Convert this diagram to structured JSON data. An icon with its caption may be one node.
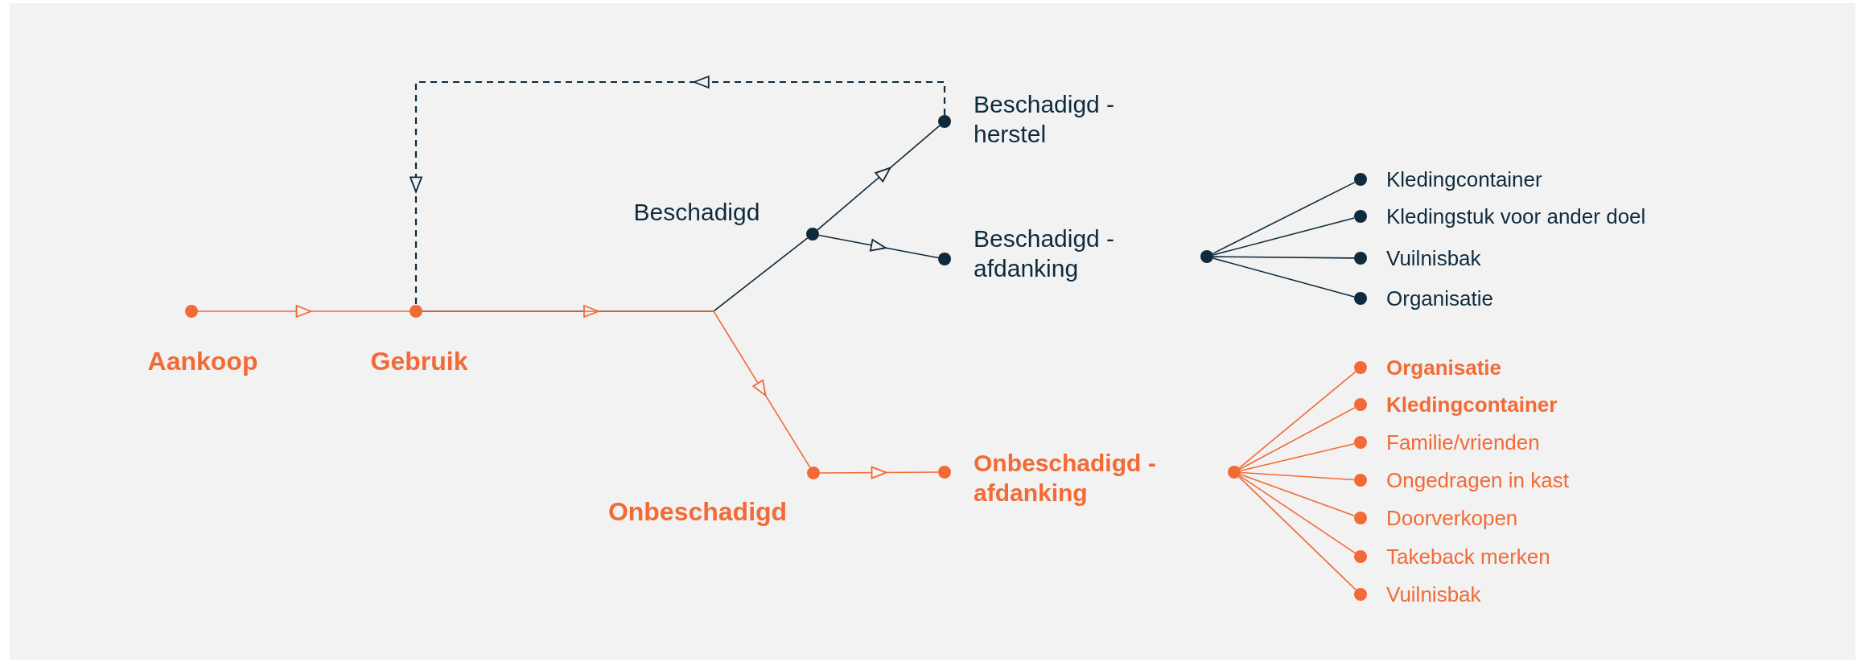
{
  "diagram": {
    "nodes": [
      {
        "text": [],
        "shape": "circle",
        "beside": [
          "Aankoop"
        ]
      },
      {
        "text": [],
        "shape": "circle",
        "beside": [
          "Gebruik"
        ]
      },
      {
        "text": [],
        "shape": "circle",
        "beside": [
          "Beschadigd"
        ]
      },
      {
        "text": [],
        "shape": "circle",
        "beside": [
          "Onbeschadigd"
        ]
      },
      {
        "text": [],
        "shape": "circle",
        "beside": [
          "Beschadigd - herstel"
        ]
      },
      {
        "text": [],
        "shape": "circle",
        "beside": [
          "Beschadigd - afdanking"
        ]
      },
      {
        "text": [],
        "shape": "circle",
        "beside": [
          "Onbeschadigd - afdanking"
        ]
      },
      {
        "text": [],
        "shape": "circle"
      },
      {
        "text": [],
        "shape": "circle",
        "beside": [
          "Kledingcontainer"
        ]
      },
      {
        "text": [],
        "shape": "circle",
        "beside": [
          "Kledingstuk voor ander doel"
        ]
      },
      {
        "text": [],
        "shape": "circle",
        "beside": [
          "Vuilnisbak"
        ]
      },
      {
        "text": [],
        "shape": "circle",
        "beside": [
          "Organisatie"
        ]
      },
      {
        "text": [],
        "shape": "circle"
      },
      {
        "text": [],
        "shape": "circle",
        "beside": [
          "Organisatie"
        ]
      },
      {
        "text": [],
        "shape": "circle",
        "beside": [
          "Kledingcontainer"
        ]
      },
      {
        "text": [],
        "shape": "circle",
        "beside": [
          "Familie/vrienden"
        ]
      },
      {
        "text": [],
        "shape": "circle",
        "beside": [
          "Ongedragen in kast"
        ]
      },
      {
        "text": [],
        "shape": "circle",
        "beside": [
          "Doorverkopen"
        ]
      },
      {
        "text": [],
        "shape": "circle",
        "beside": [
          "Takeback merken"
        ]
      },
      {
        "text": [],
        "shape": "circle",
        "beside": [
          "Vuilnisbak"
        ]
      }
    ],
    "edges": [
      {
        "from": 0,
        "to": 1,
        "arrow": "to"
      },
      {
        "from": 1,
        "to": 2,
        "arrow": "to",
        "color": "#0e2a3c"
      },
      {
        "from": 1,
        "to": 3,
        "arrow": "to"
      },
      {
        "from": 2,
        "to": 4,
        "arrow": "to",
        "color": "#0e2a3c"
      },
      {
        "from": 2,
        "to": 5,
        "arrow": "to",
        "color": "#0e2a3c"
      },
      {
        "from": 4,
        "to": 1,
        "arrow": "to",
        "style": "dashed",
        "color": "#0e2a3c"
      },
      {
        "from": 3,
        "to": 6,
        "arrow": "to"
      },
      {
        "from": 7,
        "to": 8,
        "arrow": "none",
        "color": "#0e2a3c"
      },
      {
        "from": 7,
        "to": 9,
        "arrow": "none",
        "color": "#0e2a3c"
      },
      {
        "from": 7,
        "to": 10,
        "arrow": "none",
        "color": "#0e2a3c"
      },
      {
        "from": 7,
        "to": 11,
        "arrow": "none",
        "color": "#0e2a3c"
      },
      {
        "from": 12,
        "to": 13,
        "arrow": "none"
      },
      {
        "from": 12,
        "to": 14,
        "arrow": "none"
      },
      {
        "from": 12,
        "to": 15,
        "arrow": "none"
      },
      {
        "from": 12,
        "to": 16,
        "arrow": "none"
      },
      {
        "from": 12,
        "to": 17,
        "arrow": "none"
      },
      {
        "from": 12,
        "to": 18,
        "arrow": "none"
      },
      {
        "from": 12,
        "to": 19,
        "arrow": "none"
      }
    ]
  }
}
